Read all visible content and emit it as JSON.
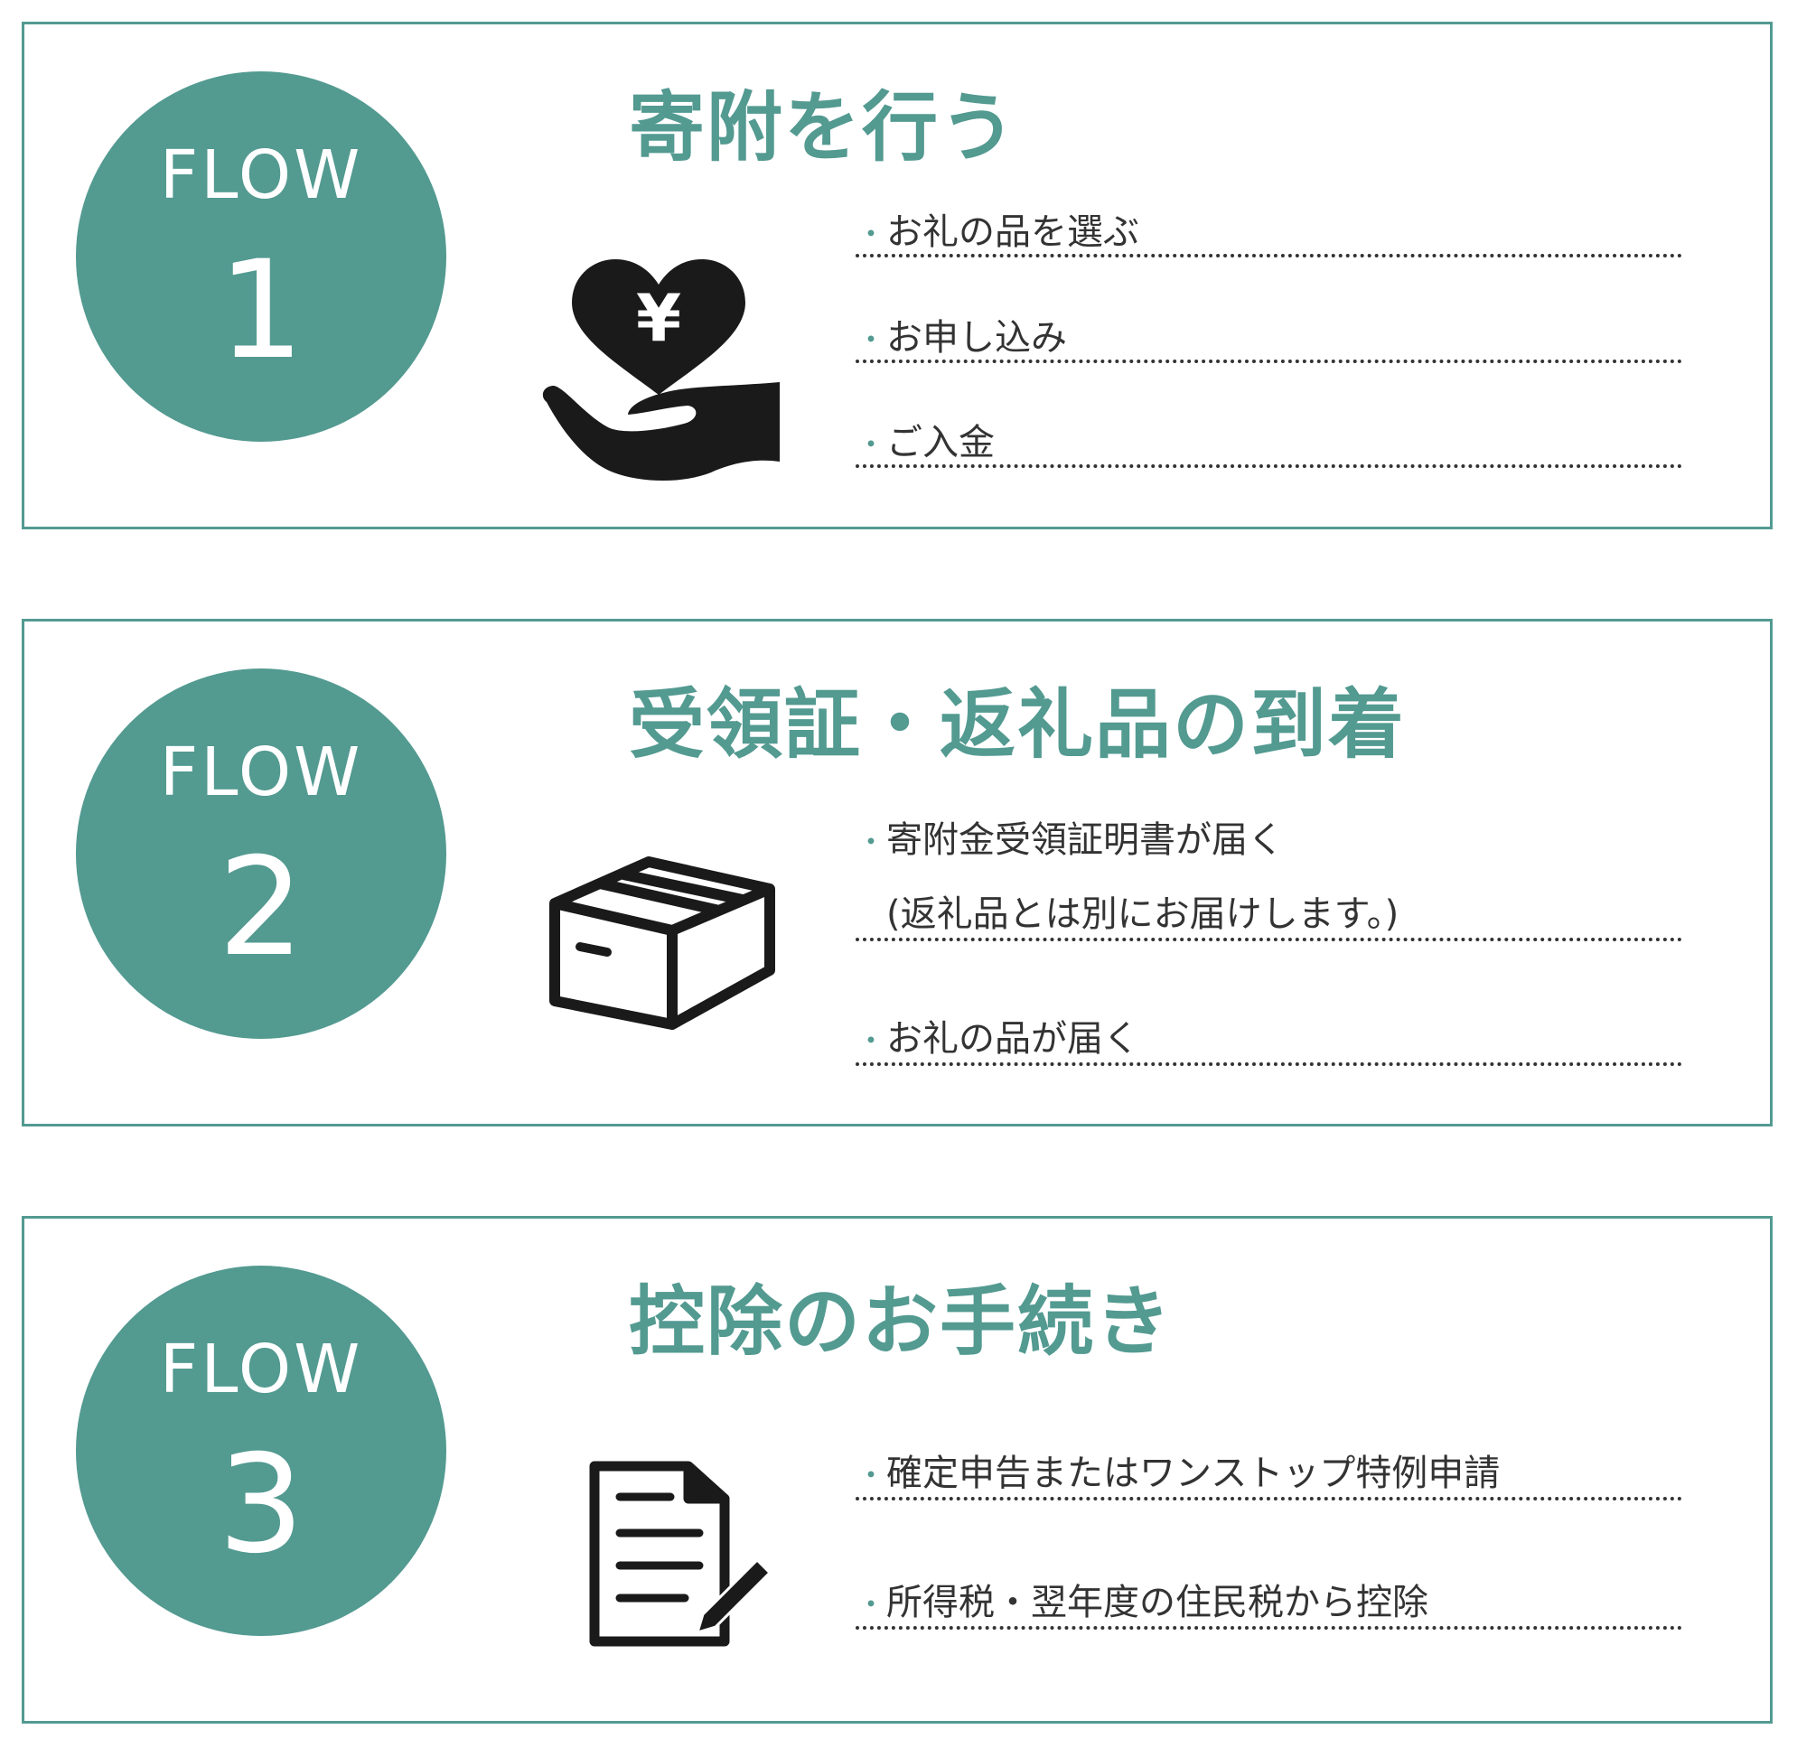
{
  "theme": {
    "accent": "#539a91",
    "text": "#333333",
    "icon": "#1a1a1a"
  },
  "flows": [
    {
      "flow_label": "FLOW",
      "number": "1",
      "title": "寄附を行う",
      "icon": "hand-heart-yen-icon",
      "icon_glyph": "¥",
      "items": [
        {
          "lines": [
            "お礼の品を選ぶ"
          ]
        },
        {
          "lines": [
            "お申し込み"
          ]
        },
        {
          "lines": [
            "ご入金"
          ]
        }
      ]
    },
    {
      "flow_label": "FLOW",
      "number": "2",
      "title": "受領証・返礼品の到着",
      "icon": "package-box-icon",
      "items": [
        {
          "lines": [
            "寄附金受領証明書が届く",
            "(返礼品とは別にお届けします。)"
          ]
        },
        {
          "lines": [
            "お礼の品が届く"
          ]
        }
      ]
    },
    {
      "flow_label": "FLOW",
      "number": "3",
      "title": "控除のお手続き",
      "icon": "document-pen-icon",
      "items": [
        {
          "lines": [
            "確定申告またはワンストップ特例申請"
          ]
        },
        {
          "lines": [
            "所得税・翌年度の住民税から控除"
          ]
        }
      ]
    }
  ]
}
